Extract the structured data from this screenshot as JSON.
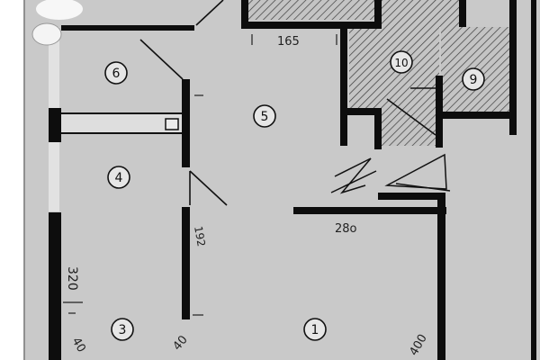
{
  "plan": {
    "rooms": [
      {
        "id": "room-1",
        "number": "1"
      },
      {
        "id": "room-3",
        "number": "3"
      },
      {
        "id": "room-4",
        "number": "4"
      },
      {
        "id": "room-5",
        "number": "5"
      },
      {
        "id": "room-6",
        "number": "6"
      },
      {
        "id": "room-9",
        "number": "9"
      },
      {
        "id": "room-10",
        "number": "10"
      }
    ],
    "dimensions": {
      "top": "165",
      "middle": "28o",
      "left": "320",
      "corridor": "192",
      "bottom_left": "40",
      "bottom_mid": "40",
      "bottom_right": "400"
    },
    "colors": {
      "paper": "#c9c9c9",
      "wall": "#0d0d0d",
      "margin": "#ffffff"
    }
  }
}
